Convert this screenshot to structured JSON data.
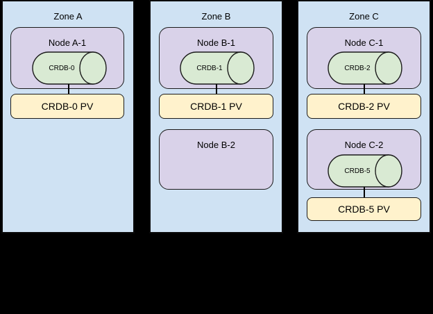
{
  "palette": {
    "background": "#000000",
    "zone_fill": "#cfe2f3",
    "node_fill": "#d9d2e9",
    "cylinder_fill": "#d9ead3",
    "pv_fill": "#fff2cc",
    "border": "#000000"
  },
  "zones": [
    {
      "label": "Zone A",
      "node1": {
        "label": "Node A-1",
        "db": "CRDB-0",
        "pv": "CRDB-0 PV"
      }
    },
    {
      "label": "Zone B",
      "node1": {
        "label": "Node B-1",
        "db": "CRDB-1",
        "pv": "CRDB-1 PV"
      },
      "node2": {
        "label": "Node B-2"
      }
    },
    {
      "label": "Zone C",
      "node1": {
        "label": "Node C-1",
        "db": "CRDB-2",
        "pv": "CRDB-2 PV"
      },
      "node2": {
        "label": "Node C-2",
        "db": "CRDB-5",
        "pv": "CRDB-5 PV"
      }
    }
  ]
}
